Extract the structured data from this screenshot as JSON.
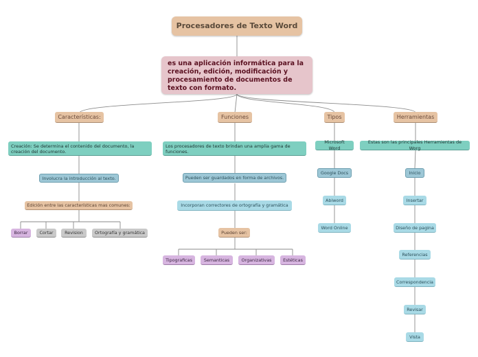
{
  "title": "Procesadores de Texto Word",
  "main": "es una aplicación informática para la creación, edición, modificación y procesamiento de documentos de texto con formato.",
  "caracteristicas": {
    "label": "Características:",
    "desc": "Creación: Se determina el contenido del documento, la creación del documento.",
    "involucra": "Involucra la introducción al texto.",
    "edicion": "Edición entre las características mas comunes:",
    "items": [
      "Borrar",
      "Cortar",
      "Revision",
      "Ortografía y gramática"
    ]
  },
  "funciones": {
    "label": "Funciones",
    "desc": "Los procesadores de texto brindan una amplia gama de funciones.",
    "guardados": "Pueden ser guardados en forma de archivos.",
    "incorporan": "Incorporan  correctores de ortografía y gramática",
    "pueden": "Pueden ser:",
    "items": [
      "Tipograficas",
      "Semanticas",
      "Organizativas",
      "Estéticas"
    ]
  },
  "tipos": {
    "label": "Tipos",
    "items": [
      "Microsoft Word",
      "Google Docs",
      "Abiword",
      "Word Online"
    ]
  },
  "herramientas": {
    "label": "Herramientas",
    "desc": "Estas son las principales Herramientas de Worg",
    "items": [
      "Inicio",
      "Insertar",
      "Diseño de pagina",
      "Referencias",
      "Correspondencia",
      "Revisar",
      "Vista"
    ]
  }
}
